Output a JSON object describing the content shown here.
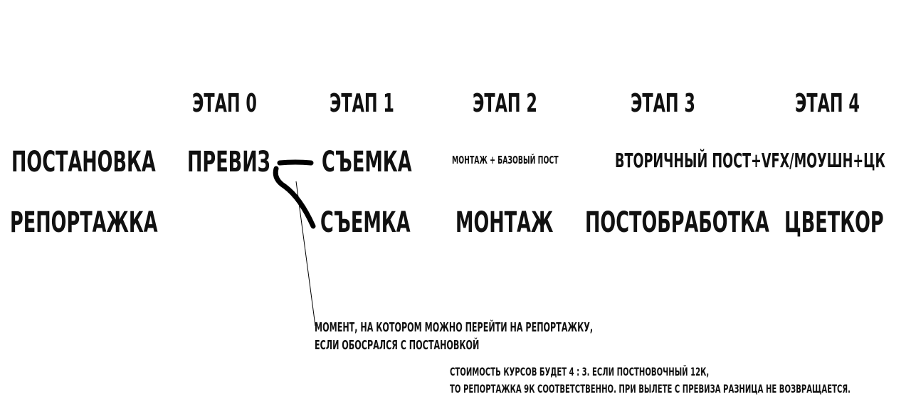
{
  "stages": [
    "ЭТАП 0",
    "ЭТАП 1",
    "ЭТАП 2",
    "ЭТАП 3",
    "ЭТАП 4"
  ],
  "track_staged": {
    "label": "ПОСТАНОВКА",
    "steps": [
      "ПРЕВИЗ",
      "СЪЕМКА",
      "МОНТАЖ + БАЗОВЫЙ ПОСТ",
      "ВТОРИЧНЫЙ ПОСТ+VFX/МОУШН+ЦК"
    ]
  },
  "track_reportage": {
    "label": "РЕПОРТАЖКА",
    "steps": [
      "СЪЕМКА",
      "МОНТАЖ",
      "ПОСТОБРАБОТКА",
      "ЦВЕТКОР"
    ]
  },
  "annotation": {
    "line1": "МОМЕНТ, НА КОТОРОМ МОЖНО ПЕРЕЙТИ НА РЕПОРТАЖКУ,",
    "line2": "ЕСЛИ ОБОСРАЛСЯ С ПОСТАНОВКОЙ"
  },
  "pricing": {
    "line1": "СТОИМОСТЬ КУРСОВ БУДЕТ 4 : 3. ЕСЛИ ПОСТНОВОЧНЫЙ 12К,",
    "line2": "ТО РЕПОРТАЖКА 9К СООТВЕТСТВЕННО. ПРИ ВЫЛЕТЕ С ПРЕВИЗА РАЗНИЦА НЕ ВОЗВРАЩАЕТСЯ."
  }
}
